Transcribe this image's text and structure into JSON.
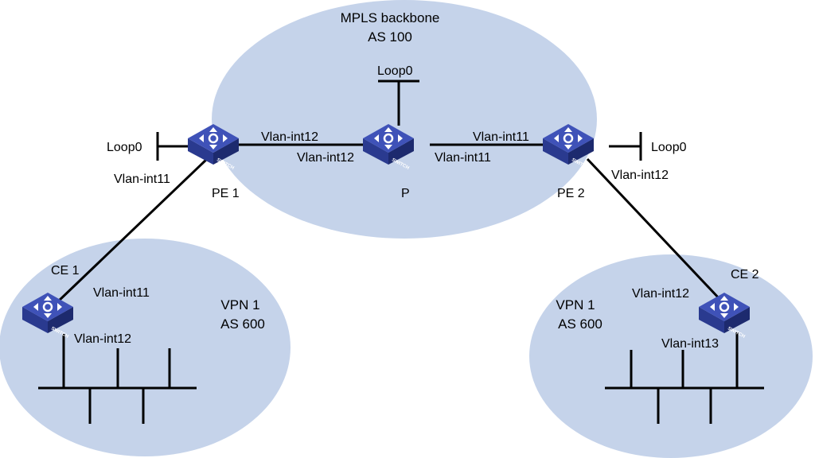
{
  "backbone": {
    "title": "MPLS backbone",
    "as": "AS 100"
  },
  "vpn_left": {
    "name": "VPN 1",
    "as": "AS 600"
  },
  "vpn_right": {
    "name": "VPN 1",
    "as": "AS 600"
  },
  "devices": {
    "pe1": {
      "name": "PE 1",
      "badge": "SWITCH"
    },
    "p": {
      "name": "P",
      "badge": "SWITCH"
    },
    "pe2": {
      "name": "PE 2",
      "badge": "SWITCH"
    },
    "ce1": {
      "name": "CE 1",
      "badge": "SWITCH"
    },
    "ce2": {
      "name": "CE 2",
      "badge": "SWITCH"
    }
  },
  "interfaces": {
    "pe1_loop": "Loop0",
    "pe1_vlan11": "Vlan-int11",
    "pe1_vlan12": "Vlan-int12",
    "p_loop": "Loop0",
    "p_vlan12": "Vlan-int12",
    "p_vlan11": "Vlan-int11",
    "pe2_vlan11": "Vlan-int11",
    "pe2_loop": "Loop0",
    "pe2_vlan12": "Vlan-int12",
    "ce1_vlan11": "Vlan-int11",
    "ce1_vlan12": "Vlan-int12",
    "ce2_vlan12": "Vlan-int12",
    "ce2_vlan13": "Vlan-int13"
  },
  "colors": {
    "cloud": "#c5d3ea",
    "switch": "#3f52b8"
  }
}
